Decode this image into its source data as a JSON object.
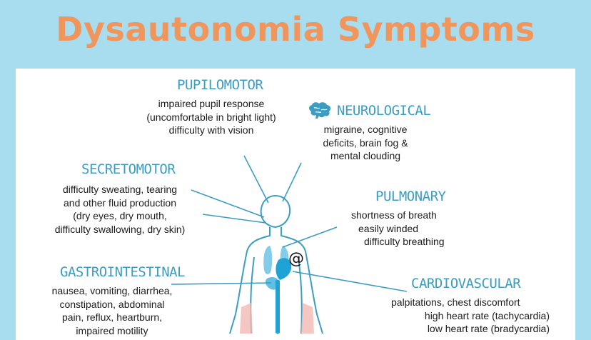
{
  "title": "Dysautonomia Symptoms",
  "watermark": "@",
  "colors": {
    "background": "#a8dcef",
    "title": "#f0955c",
    "heading": "#3d9dc0",
    "organs": "#1fa3d6",
    "pelvis": "#f3b9b3"
  },
  "icons": {
    "neurological": "brain-icon"
  },
  "sections": {
    "pupilomotor": {
      "heading": "PUPILOMOTOR",
      "lines": [
        "impaired pupil response",
        "(uncomfortable in bright light)",
        "difficulty with vision"
      ]
    },
    "neurological": {
      "heading": "NEUROLOGICAL",
      "lines": [
        "migraine, cognitive",
        "deficits, brain fog &",
        "mental clouding"
      ]
    },
    "secretomotor": {
      "heading": "SECRETOMOTOR",
      "lines": [
        "difficulty sweating, tearing",
        "and other fluid production",
        "(dry eyes, dry mouth,",
        "difficulty swallowing, dry skin)"
      ]
    },
    "pulmonary": {
      "heading": "PULMONARY",
      "lines": [
        "shortness of breath",
        "easily winded",
        "difficulty breathing"
      ]
    },
    "gastrointestinal": {
      "heading": "GASTROINTESTINAL",
      "lines": [
        "nausea, vomiting, diarrhea,",
        "constipation, abdominal",
        "pain, reflux, heartburn,",
        "impaired motility"
      ]
    },
    "cardiovascular": {
      "heading": "CARDIOVASCULAR",
      "lines": [
        "palpitations, chest discomfort",
        "high heart rate (tachycardia)",
        "low heart rate (bradycardia)"
      ]
    }
  }
}
